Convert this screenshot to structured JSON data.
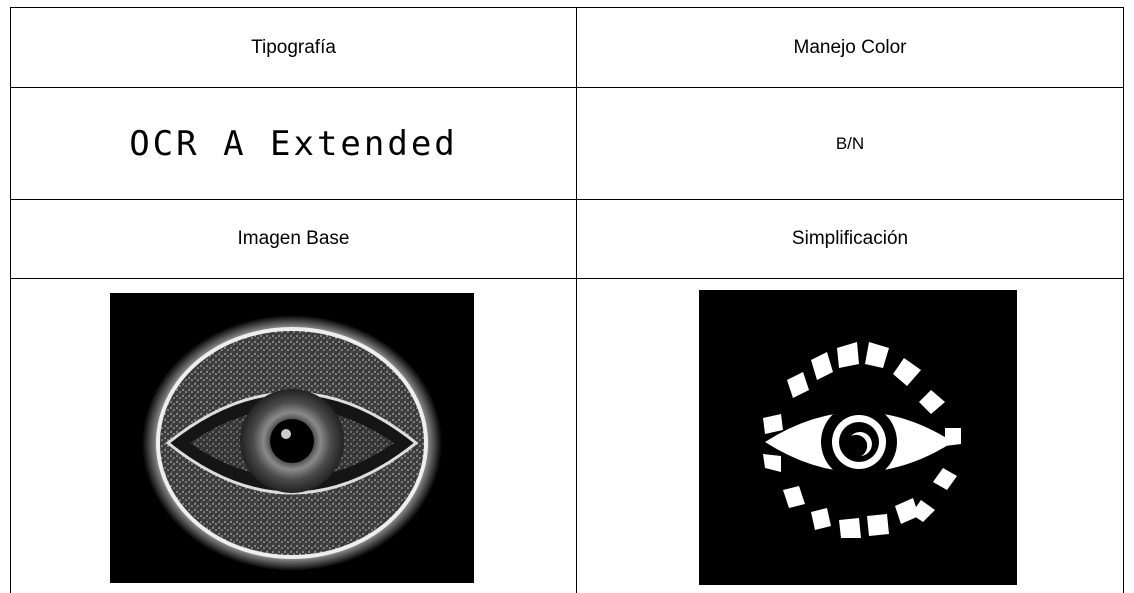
{
  "table": {
    "headers": {
      "typography": "Tipografía",
      "color": "Manejo Color",
      "base_image": "Imagen Base",
      "simplification": "Simplificación"
    },
    "values": {
      "typography": "OCR A Extended",
      "color": "B/N"
    },
    "images": {
      "base_icon": "eye-photo",
      "simplified_icon": "eye-simplified-icon"
    }
  },
  "colors": {
    "border": "#000000",
    "background": "#ffffff",
    "image_bg": "#000000"
  }
}
